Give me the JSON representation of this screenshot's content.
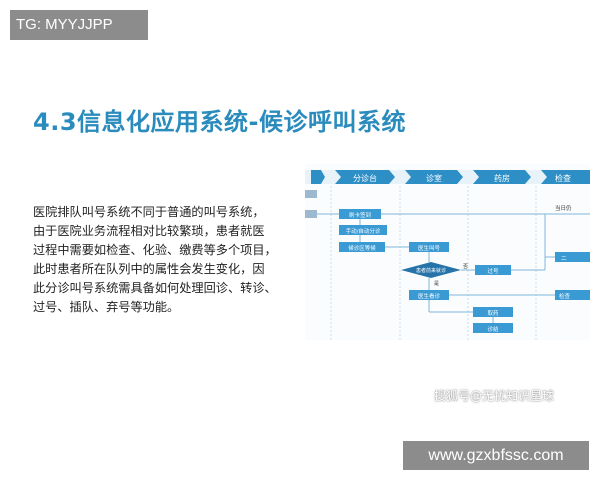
{
  "watermark_top": "TG: MYYJJPP",
  "title": "4.3信息化应用系统-候诊呼叫系统",
  "paragraph_lines": [
    "医院排队叫号系统不同于普通的叫号系统，",
    "由于医院业务流程相对比较繁琐，患者就医",
    "过程中需要如检查、化验、缴费等多个项目，",
    "此时患者所在队列中的属性会发生变化，因",
    "此分诊叫号系统需具备如何处理回诊、转诊、",
    "过号、插队、弃号等功能。"
  ],
  "diagram": {
    "lanes": [
      "分诊台",
      "诊室",
      "药房",
      "检查"
    ],
    "boxes": {
      "card": "刷卡签到",
      "auto": "手动/自动分诊",
      "wait": "候诊区等候",
      "call": "医生叫号",
      "decision": "患者前来就诊",
      "pass": "过号",
      "see": "医生看诊",
      "drug": "取药",
      "end": "诊结"
    },
    "labels": {
      "no": "否",
      "yes": "是",
      "right_top": "当日仍",
      "right_mid": "二",
      "right_bot": "检查"
    },
    "colors": {
      "lane_header": "#2e8fc7",
      "box": "#3a9ad4",
      "line": "#7fb7dc",
      "decision": "#2573a8"
    }
  },
  "watermark_sohu": "搜狐号@无忧知识星球",
  "watermark_url": "www.gzxbfssc.com",
  "colors": {
    "title": "#2a8bbd",
    "watermark_bg": "#8c8c8c"
  }
}
